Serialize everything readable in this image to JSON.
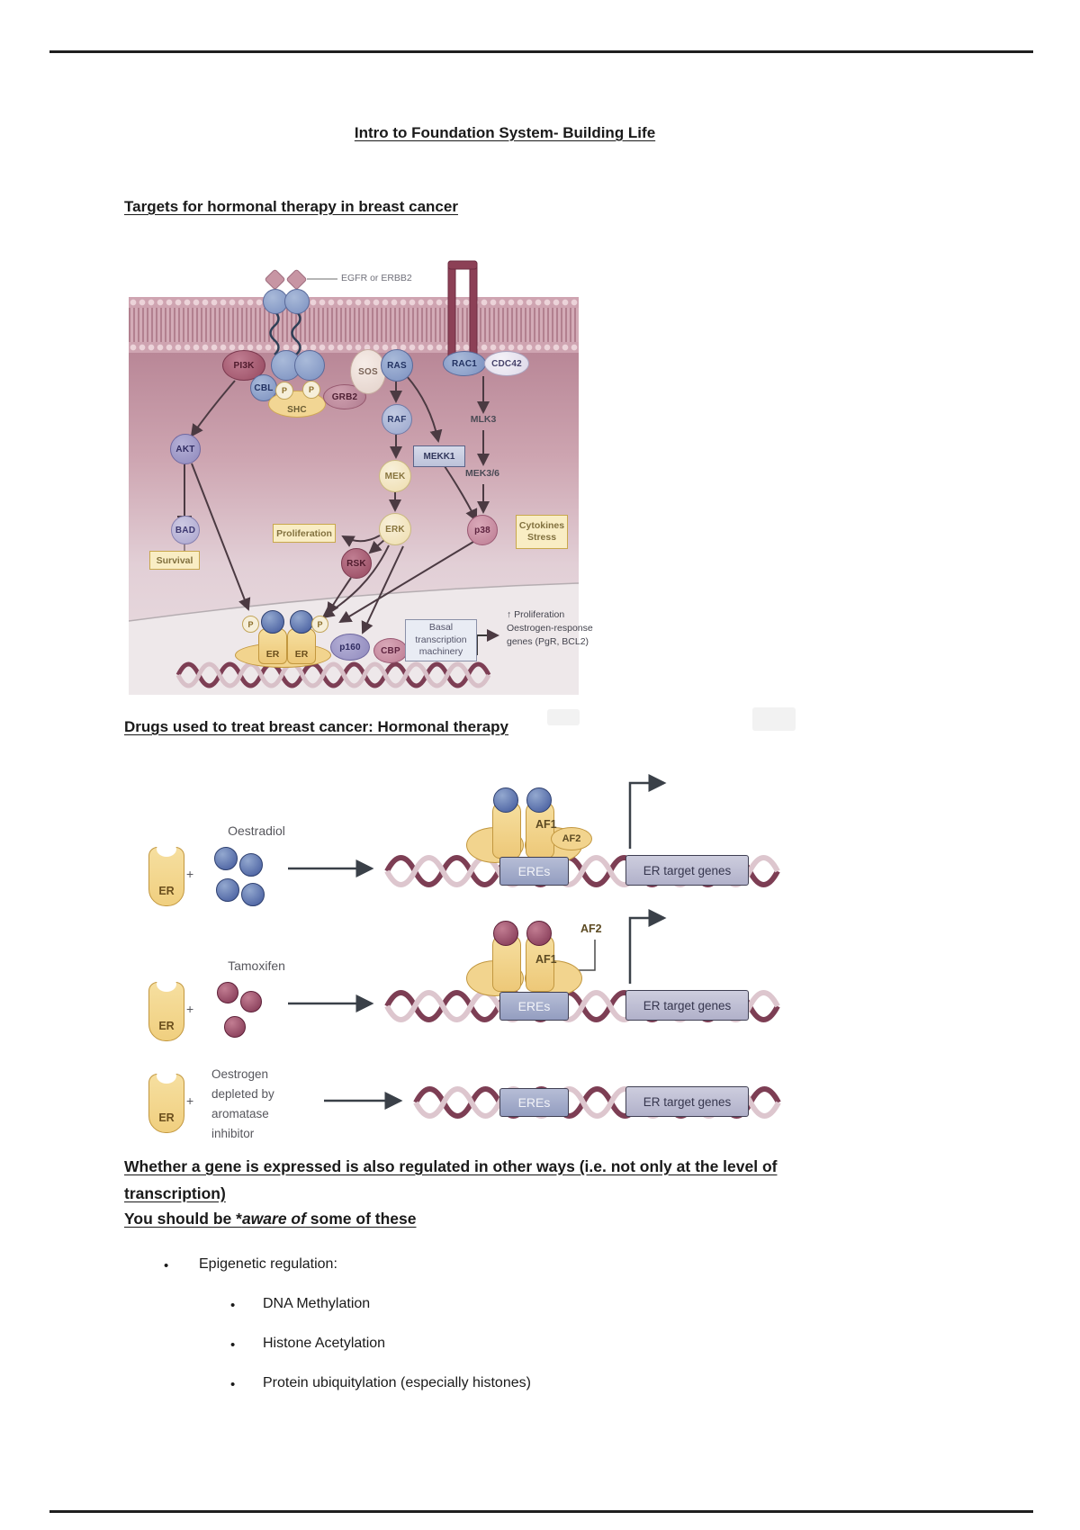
{
  "page": {
    "title": "Intro to Foundation System- Building Life",
    "section1_heading": "Targets for hormonal therapy in breast cancer",
    "section2_heading": "Drugs used to treat breast cancer: Hormonal therapy",
    "note_line1": "Whether a gene is expressed is also regulated in other ways (i.e. not only at the level of",
    "note_line2": "transcription)",
    "note_line3_prefix": "You should be *",
    "note_line3_italic": "aware of",
    "note_line3_suffix": " some of these",
    "bullet_char": "•",
    "bullet_level1": "Epigenetic regulation:",
    "bullet_level2": [
      "DNA Methylation",
      "Histone Acetylation",
      "Protein ubiquitylation (especially histones)"
    ]
  },
  "diagram1": {
    "receptor_label": "EGFR or ERBB2",
    "nodes": {
      "pi3k": "PI3K",
      "cbl": "CBL",
      "p": "P",
      "shc": "SHC",
      "grb2": "GRB2",
      "sos": "SOS",
      "ras": "RAS",
      "rac1": "RAC1",
      "cdc42": "CDC42",
      "raf": "RAF",
      "mekk1": "MEKK1",
      "mlk3": "MLK3",
      "akt": "AKT",
      "mek": "MEK",
      "mek36": "MEK3/6",
      "bad": "BAD",
      "erk": "ERK",
      "p38": "p38",
      "rsk": "RSK",
      "er": "ER",
      "p160": "p160",
      "cbp": "CBP"
    },
    "labels": {
      "survival": "Survival",
      "proliferation": "Proliferation",
      "cytokines": [
        "Cytokines",
        "Stress"
      ],
      "basal_machinery": [
        "Basal",
        "transcription",
        "machinery"
      ],
      "outcome": [
        "↑ Proliferation",
        "Oestrogen-response",
        "genes (PgR, BCL2)"
      ]
    }
  },
  "diagram2": {
    "rows": [
      {
        "ligand": "Oestradiol",
        "er": "ER",
        "plus": "+",
        "af1": "AF1",
        "af2": "AF2",
        "eres": "EREs",
        "target_genes": "ER target genes"
      },
      {
        "ligand": "Tamoxifen",
        "er": "ER",
        "plus": "+",
        "af1": "AF1",
        "af2": "AF2",
        "eres": "EREs",
        "target_genes": "ER target genes"
      },
      {
        "ligand_lines": [
          "Oestrogen",
          "depleted by",
          "aromatase",
          "inhibitor"
        ],
        "er": "ER",
        "plus": "+",
        "eres": "EREs",
        "target_genes": "ER target genes"
      }
    ]
  },
  "colors": {
    "ink": "#1a1a1a",
    "membrane_pink": "#cfa4b1",
    "maroon_receptor": "#8c4056",
    "node_blue": "#8a9fca",
    "node_cream": "#f5ead0",
    "node_purple": "#9a94c6",
    "receptor_yellow": "#f2d48e",
    "dna_dark": "#7d3e54",
    "box_yellow": "#f9edc4",
    "eres_blue": "#a3acc9"
  }
}
